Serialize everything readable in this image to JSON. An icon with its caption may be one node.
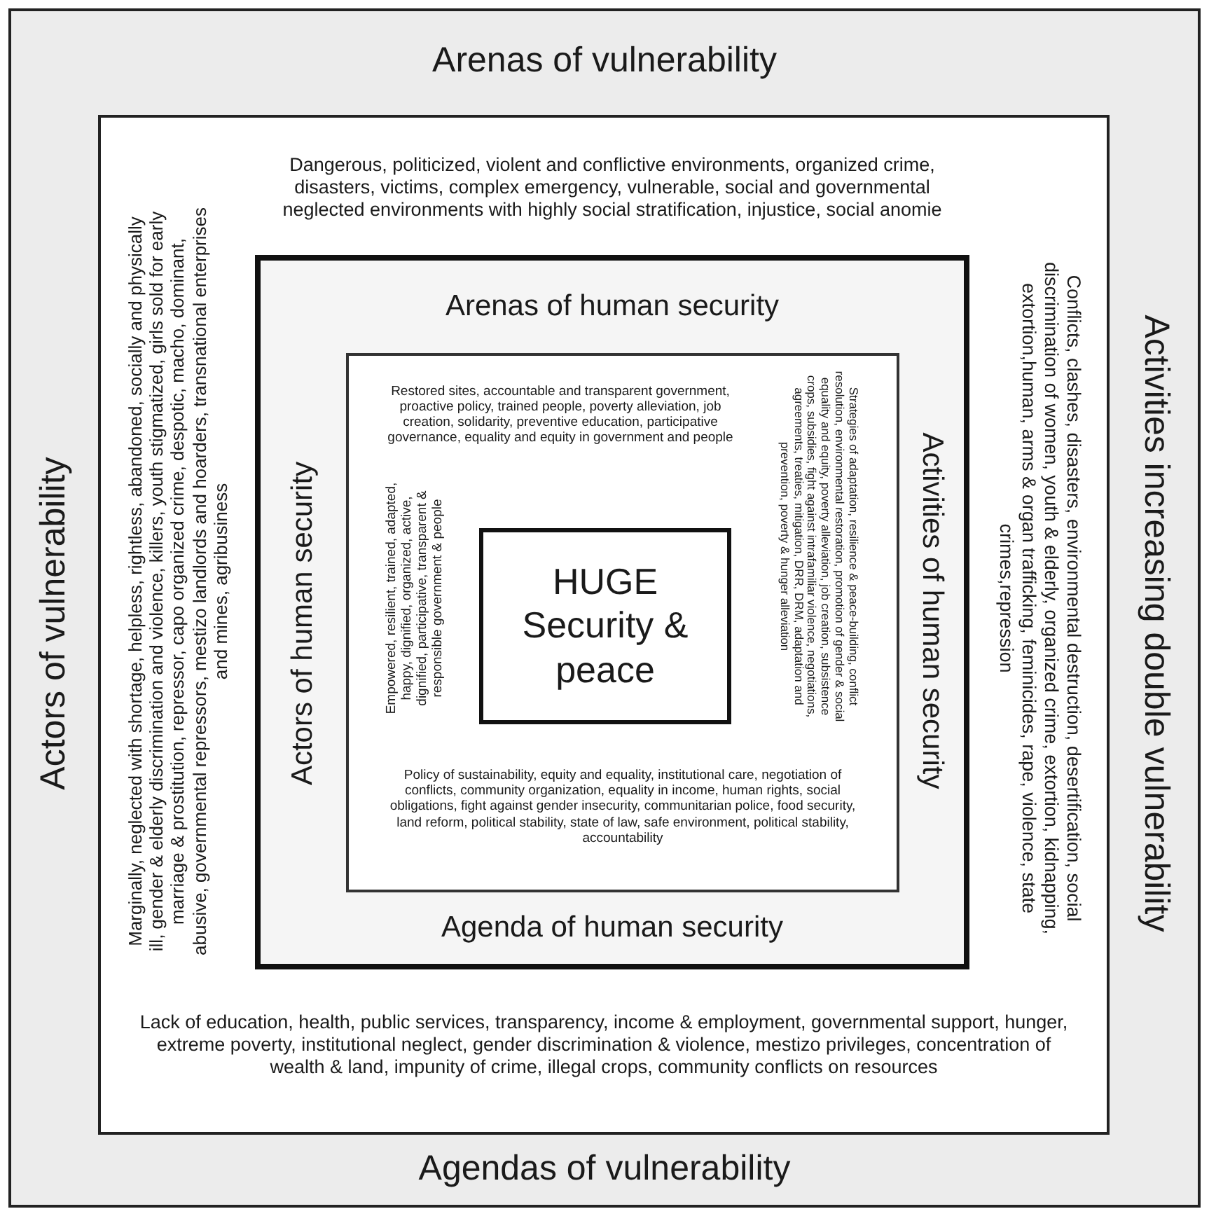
{
  "diagram": {
    "nodes": [
      {
        "text": [
          "Arenas of vulnerability",
          "Actors of vulnerability",
          "Activities increasing double vulnerability",
          "Agendas of vulnerability"
        ]
      },
      {
        "text": [
          "Dangerous, politicized, violent and conflictive environments, organized crime, disasters, victims, complex emergency, vulnerable, social and governmental neglected environments with highly social stratification, injustice, social anomie",
          "Marginally, neglected with shortage, helpless, rightless, abandoned, socially and physically ill, gender & elderly discrimination and violence, killers, youth stigmatized, girls sold for early marriage & prostitution, repressor, capo organized crime, despotic, macho, dominant, abusive, governmental repressors, mestizo landlords and hoarders, transnational enterprises and mines, agribusiness",
          "Conflicts, clashes, disasters, environmental destruction, desertification, social discrimination of women, youth & elderly, organized crime, extortion, kidnapping, extortion,human, arms & organ trafficking, feminicides, rape, violence, state crimes,repression",
          "Lack of education, health, public services, transparency, income & employment, governmental support, hunger, extreme poverty, institutional neglect, gender discrimination & violence, mestizo privileges, concentration of wealth & land, impunity of crime, illegal crops, community conflicts on resources"
        ],
        "in": 0
      },
      {
        "text": [
          "Arenas of human security",
          "Actors of human security",
          "Activities of human security",
          "Agenda of human security"
        ],
        "in": 1
      },
      {
        "text": [
          "Restored sites, accountable and transparent government, proactive policy, trained people, poverty alleviation, job creation, solidarity, preventive education, participative governance, equality and equity in government and people",
          "Empowered, resilient, trained, adapted, happy, dignified, organized, active, dignified, participative, transparent & responsible government & people",
          "Strategies of adaptation, resilience & peace-building, conflict resolution, environmental restoration, promotion of gender & social equality and equity, poverty alleviation, job creation, subsistence crops, subsidies, fight against intrafamiliar violence, negotiations, agreements, treaties, mitigation, DRR, DRM, adaptation and prevention, poverty & hunger alleviation",
          "Policy of sustainability, equity and equality, institutional care, negotiation of conflicts, community organization, equality in income, human rights, social obligations, fight against gender insecurity, communitarian police, food security, land reform, political stability, state of law, safe environment, political stability, accountability"
        ],
        "in": 2
      },
      {
        "text": [
          "HUGE Security & peace"
        ],
        "in": 3
      }
    ]
  }
}
